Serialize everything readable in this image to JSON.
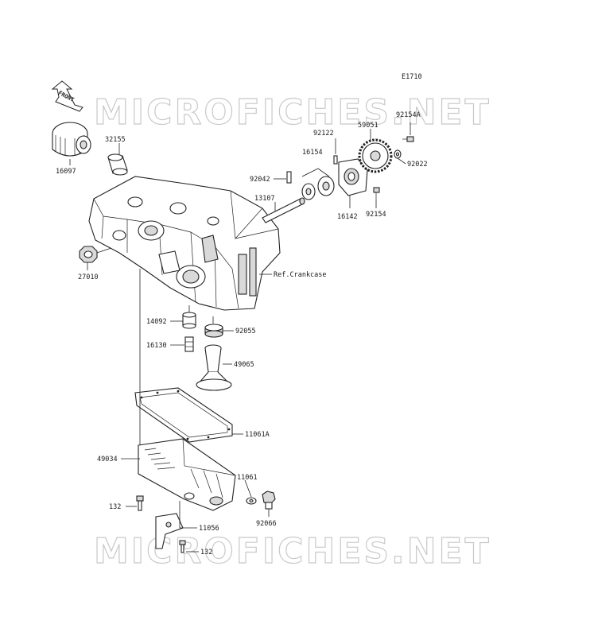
{
  "diagram_code": "E1710",
  "front_label": "FRONT",
  "watermark": "MICROFICHES.NET",
  "reference": "Ref.Crankcase",
  "parts": [
    {
      "id": "p16097",
      "number": "16097"
    },
    {
      "id": "p32155",
      "number": "32155"
    },
    {
      "id": "p27010",
      "number": "27010"
    },
    {
      "id": "p92122",
      "number": "92122"
    },
    {
      "id": "p59051",
      "number": "59051"
    },
    {
      "id": "p92154A",
      "number": "92154A"
    },
    {
      "id": "p16154",
      "number": "16154"
    },
    {
      "id": "p92022",
      "number": "92022"
    },
    {
      "id": "p92042",
      "number": "92042"
    },
    {
      "id": "p16142",
      "number": "16142"
    },
    {
      "id": "p92154",
      "number": "92154"
    },
    {
      "id": "p13107",
      "number": "13107"
    },
    {
      "id": "p14092",
      "number": "14092"
    },
    {
      "id": "p92055",
      "number": "92055"
    },
    {
      "id": "p16130",
      "number": "16130"
    },
    {
      "id": "p49065",
      "number": "49065"
    },
    {
      "id": "p11061A",
      "number": "11061A"
    },
    {
      "id": "p49034",
      "number": "49034"
    },
    {
      "id": "p11061",
      "number": "11061"
    },
    {
      "id": "p132a",
      "number": "132"
    },
    {
      "id": "p92066",
      "number": "92066"
    },
    {
      "id": "p11056",
      "number": "11056"
    },
    {
      "id": "p132b",
      "number": "132"
    }
  ]
}
